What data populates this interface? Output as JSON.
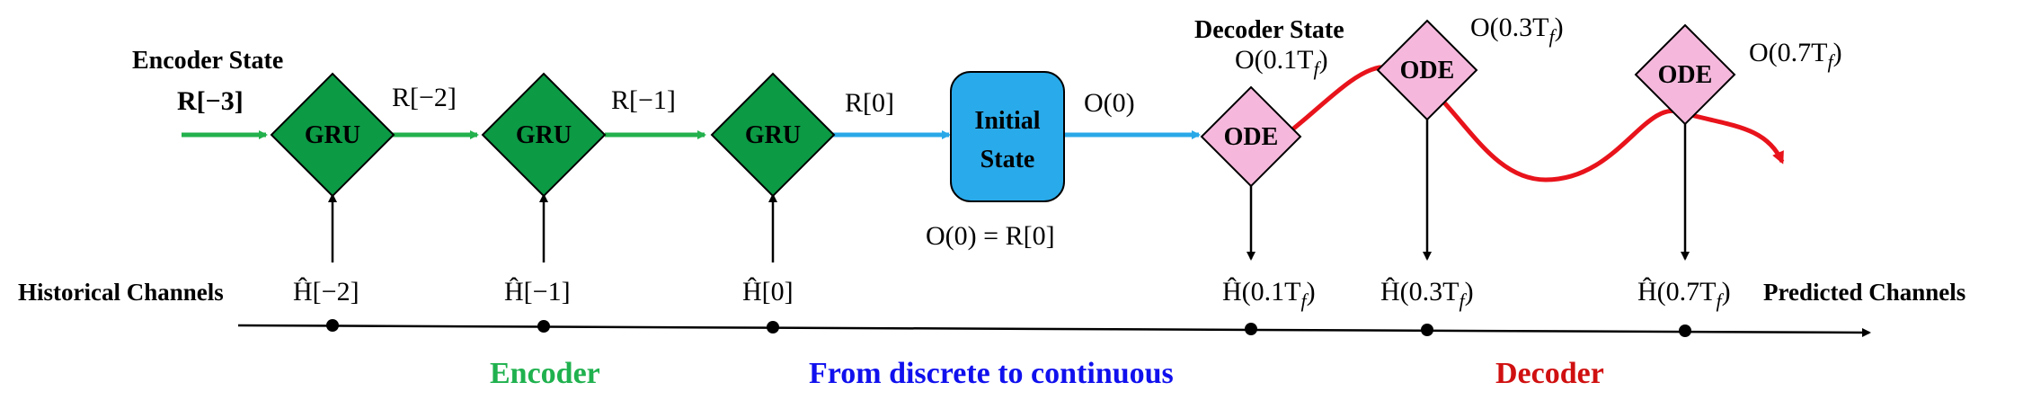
{
  "colors": {
    "encoder": "#22b14c",
    "gru_fill": "#0c9a45",
    "bridge": "#29a8e8",
    "initial_fill": "#29aaea",
    "ode_fill": "#f5b8dc",
    "decoder": "#e8131b",
    "encoder_text": "#1fb14e",
    "bridge_text": "#1010ee",
    "decoder_text": "#d01010"
  },
  "labels": {
    "encoder_state": "Encoder State",
    "decoder_state": "Decoder State",
    "historical": "Historical Channels",
    "predicted": "Predicted Channels"
  },
  "encoder": {
    "r_inputs": [
      "R[−3]",
      "R[−2]",
      "R[−1]",
      "R[0]"
    ],
    "gru_label": "GRU",
    "h_inputs": [
      "Ĥ[−2]",
      "Ĥ[−1]",
      "Ĥ[0]"
    ]
  },
  "initial": {
    "line1": "Initial",
    "line2": "State",
    "output": "O(0)",
    "equation": "O(0) = R[0]"
  },
  "decoder": {
    "ode_label": "ODE",
    "o_outputs": [
      "O(0.1T",
      "O(0.3T",
      "O(0.7T"
    ],
    "h_outputs": [
      "Ĥ(0.1T",
      "Ĥ(0.3T",
      "Ĥ(0.7T"
    ],
    "subscript": "f",
    "closing": ")"
  },
  "sections": {
    "encoder": "Encoder",
    "bridge": "From discrete to continuous",
    "decoder": "Decoder"
  }
}
